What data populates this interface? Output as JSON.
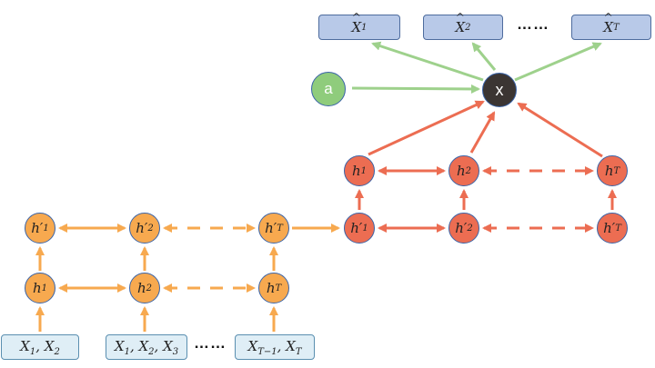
{
  "colors": {
    "orange": "#f7a94f",
    "red": "#ec6d52",
    "green": "#9ed18c",
    "dark": "#3b3533",
    "node_border": "#3a64a8",
    "input_fill": "#dfeef6",
    "output_fill": "#b8c9e8"
  },
  "inputs": [
    {
      "parts": [
        [
          "X",
          "1"
        ],
        [
          ", X",
          "2"
        ]
      ]
    },
    {
      "parts": [
        [
          "X",
          "1"
        ],
        [
          ", X",
          "2"
        ],
        [
          ", X",
          "3"
        ]
      ]
    },
    {
      "parts": [
        [
          "X",
          "T−1"
        ],
        [
          ", X",
          "T"
        ]
      ]
    }
  ],
  "outputs": [
    {
      "base": "X",
      "sub": "1"
    },
    {
      "base": "X",
      "sub": "2"
    },
    {
      "base": "X",
      "sub": "T"
    }
  ],
  "ellipsis": "……",
  "encoder": {
    "bottom": [
      {
        "base": "h",
        "sub": "1"
      },
      {
        "base": "h",
        "sub": "2"
      },
      {
        "base": "h",
        "sub": "T"
      }
    ],
    "top": [
      {
        "base": "h′",
        "sub": "1"
      },
      {
        "base": "h′",
        "sub": "2"
      },
      {
        "base": "h′",
        "sub": "T"
      }
    ]
  },
  "decoder": {
    "bottom": [
      {
        "base": "h′",
        "sub": "1"
      },
      {
        "base": "h′",
        "sub": "2"
      },
      {
        "base": "h′",
        "sub": "T"
      }
    ],
    "top": [
      {
        "base": "h",
        "sub": "1"
      },
      {
        "base": "h",
        "sub": "2"
      },
      {
        "base": "h",
        "sub": "T"
      }
    ]
  },
  "center_node": "x",
  "attention_node": "a"
}
